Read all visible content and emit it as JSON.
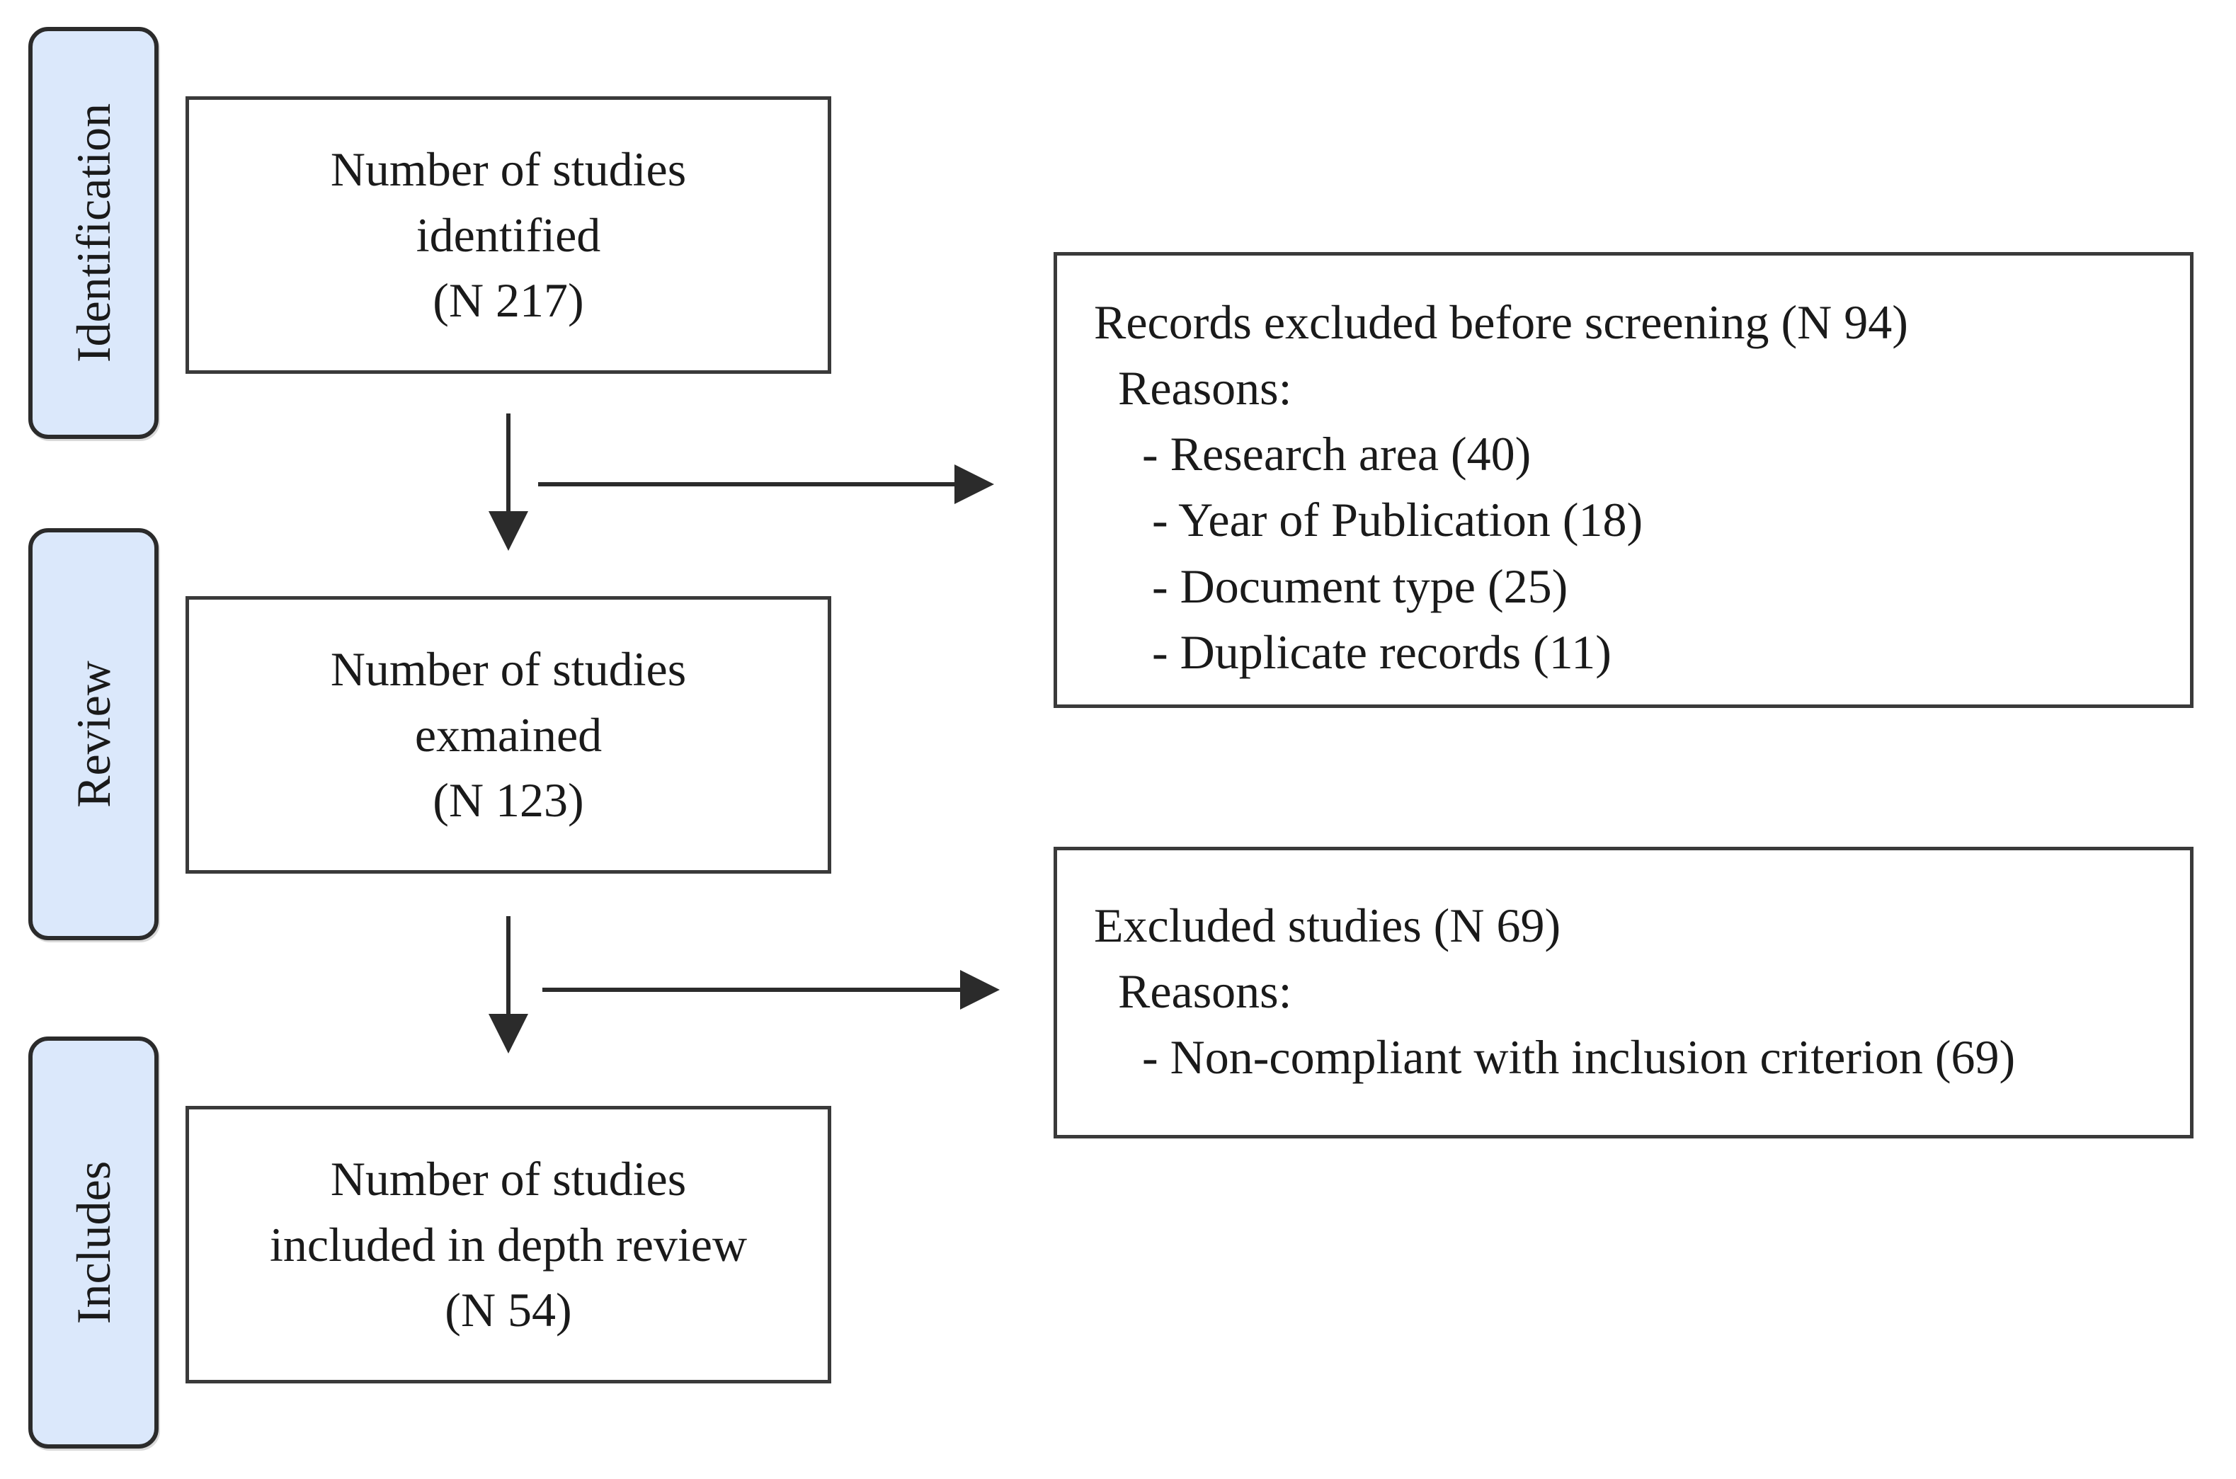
{
  "stages": {
    "identification": "Identification",
    "review": "Review",
    "includes": "Includes"
  },
  "boxes": {
    "identified": {
      "line1": "Number of studies",
      "line2": "identified",
      "count": "(N 217)"
    },
    "examined": {
      "line1": "Number of studies",
      "line2": "exmained",
      "count": "(N 123)"
    },
    "included": {
      "line1": "Number of studies",
      "line2": "included in depth review",
      "count": "(N 54)"
    }
  },
  "exclusions": {
    "before_screening": {
      "title": "Records excluded before screening (N 94)",
      "reasons_label": "Reasons:",
      "items": [
        "- Research area (40)",
        "- Year of Publication (18)",
        "- Document type (25)",
        "- Duplicate records (11)"
      ]
    },
    "excluded_studies": {
      "title": "Excluded studies (N 69)",
      "reasons_label": "Reasons:",
      "items": [
        "- Non-compliant with inclusion criterion (69)"
      ]
    }
  }
}
